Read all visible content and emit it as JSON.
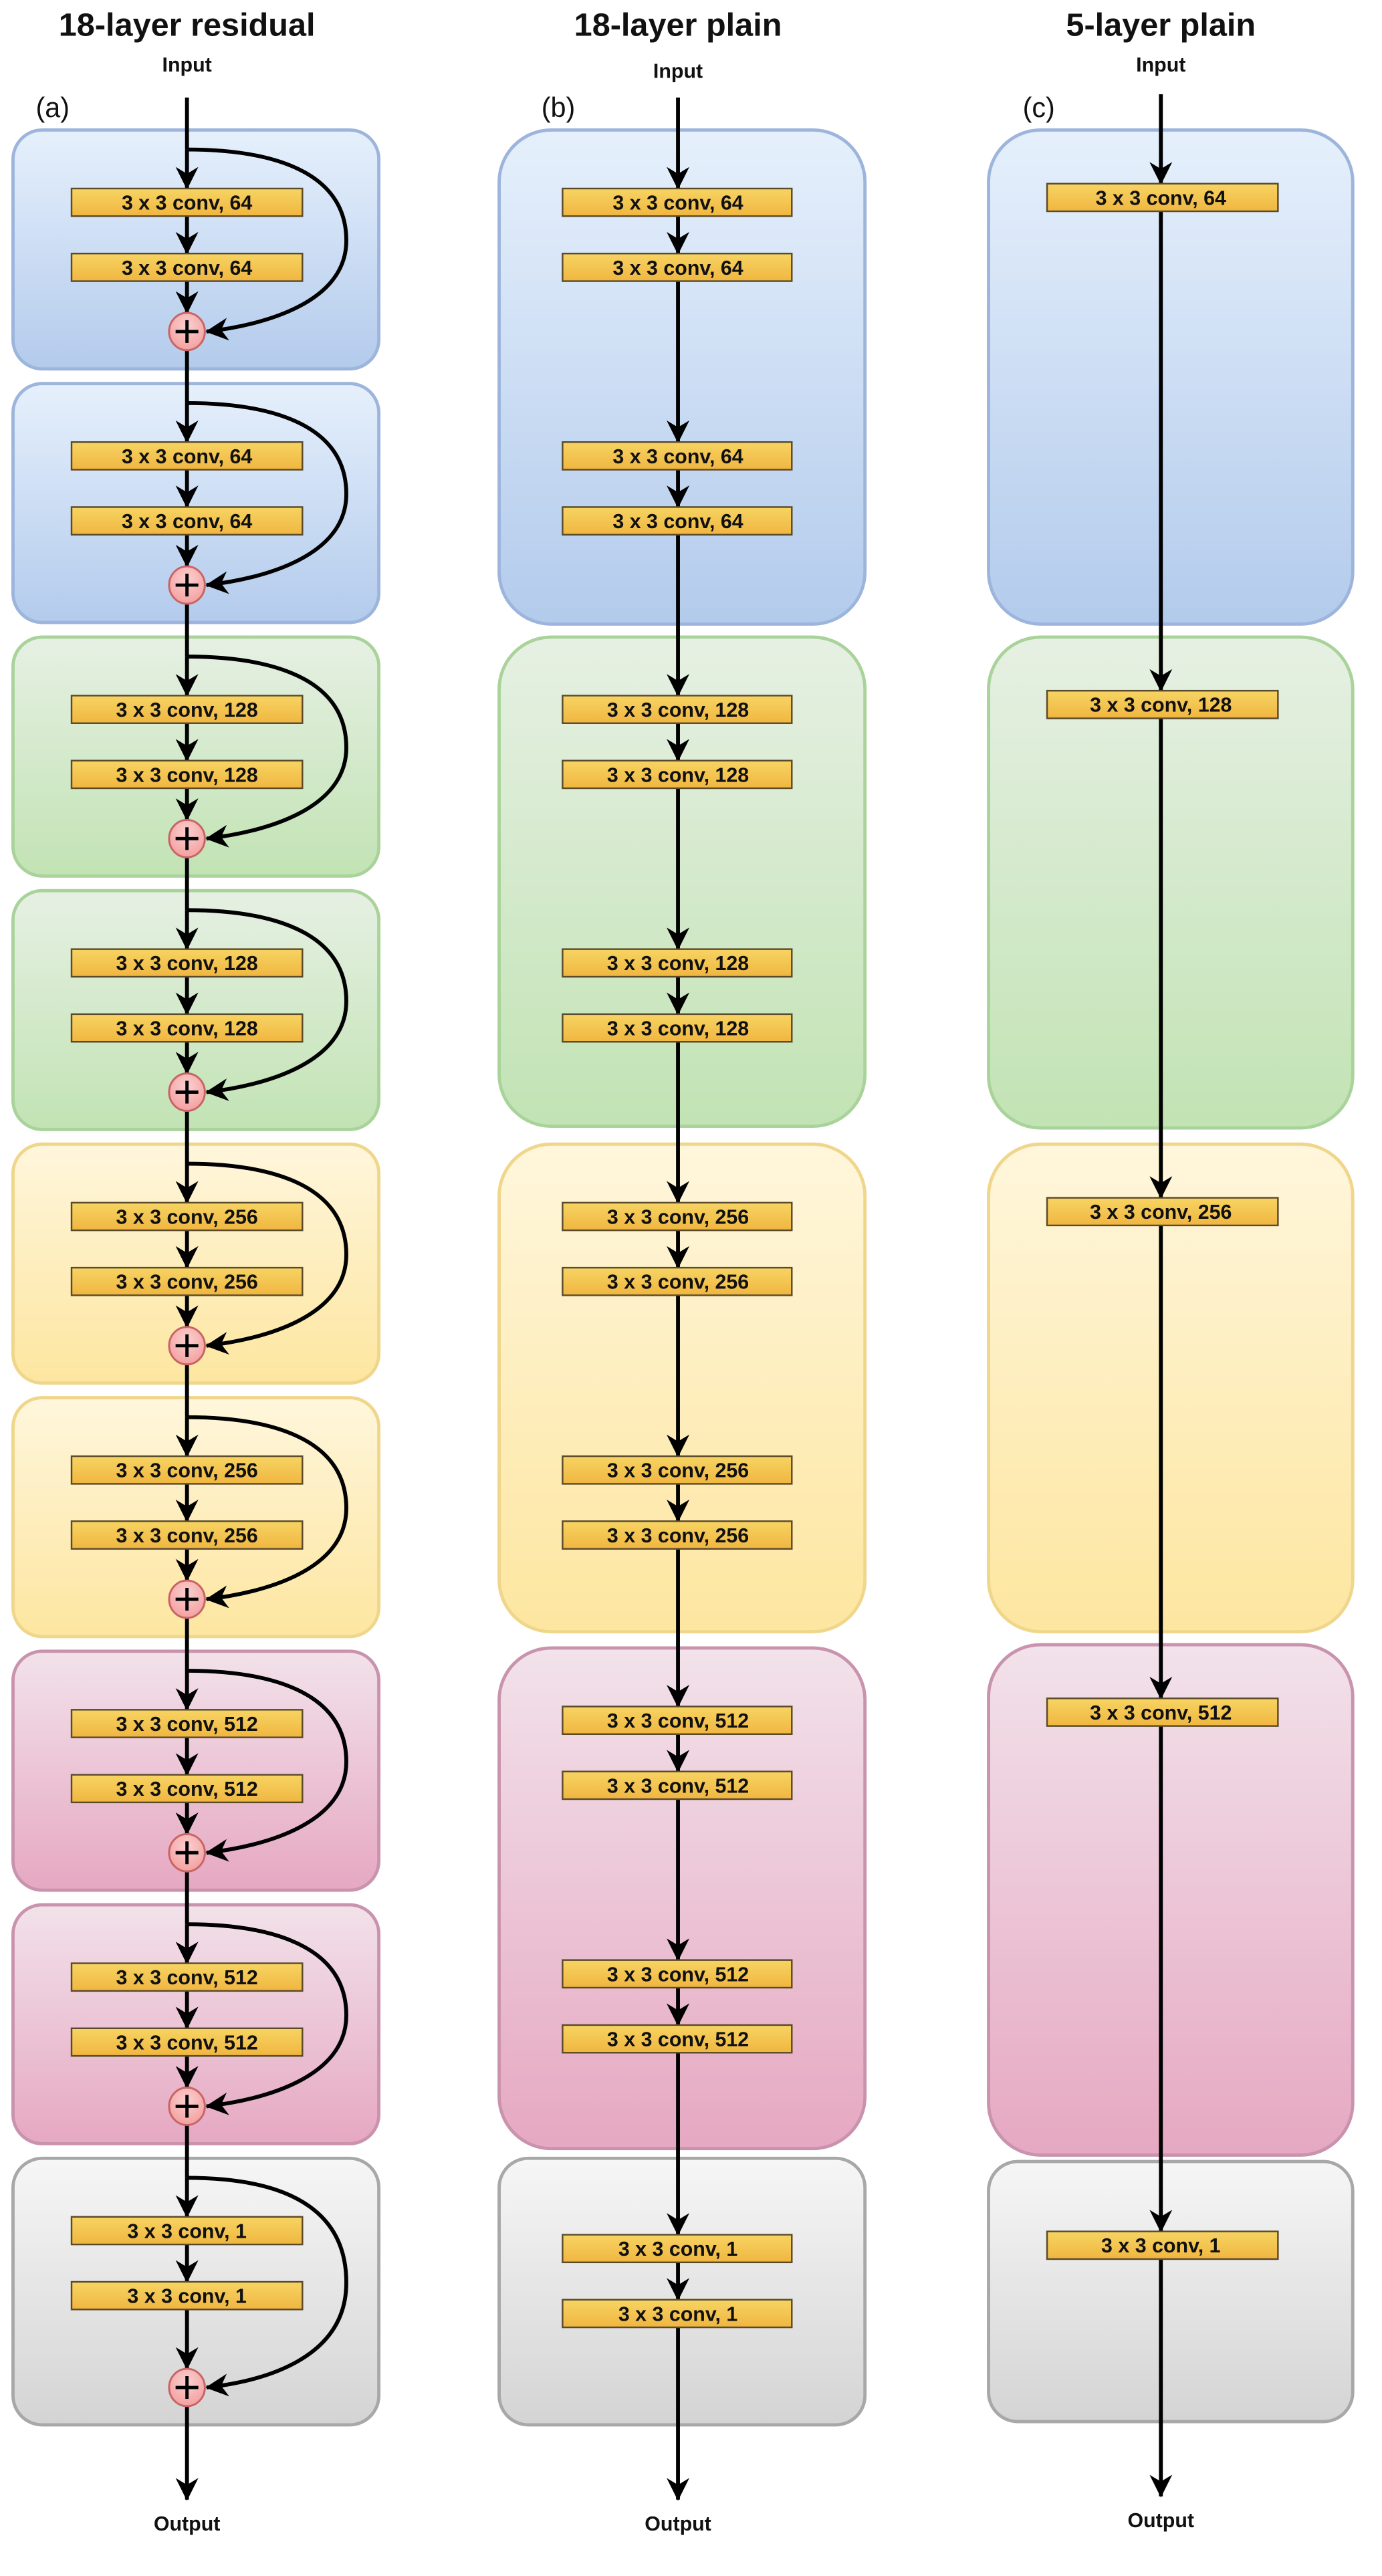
{
  "columns": [
    {
      "id": "a",
      "title": "18-layer residual",
      "panel_label": "(a)",
      "input_label": "Input",
      "output_label": "Output",
      "type": "residual",
      "groups": [
        {
          "color": "blue",
          "layers": [
            "3 x 3 conv, 64",
            "3 x 3 conv, 64"
          ]
        },
        {
          "color": "blue",
          "layers": [
            "3 x 3 conv, 64",
            "3 x 3 conv, 64"
          ]
        },
        {
          "color": "green",
          "layers": [
            "3 x 3 conv, 128",
            "3 x 3 conv, 128"
          ]
        },
        {
          "color": "green",
          "layers": [
            "3 x 3 conv, 128",
            "3 x 3 conv, 128"
          ]
        },
        {
          "color": "yellow",
          "layers": [
            "3 x 3 conv, 256",
            "3 x 3 conv, 256"
          ]
        },
        {
          "color": "yellow",
          "layers": [
            "3 x 3 conv, 256",
            "3 x 3 conv, 256"
          ]
        },
        {
          "color": "pink",
          "layers": [
            "3 x 3 conv, 512",
            "3 x 3 conv, 512"
          ]
        },
        {
          "color": "pink",
          "layers": [
            "3 x 3 conv, 512",
            "3 x 3 conv, 512"
          ]
        },
        {
          "color": "gray",
          "layers": [
            "3 x 3 conv, 1",
            "3 x 3 conv, 1"
          ]
        }
      ]
    },
    {
      "id": "b",
      "title": "18-layer plain",
      "panel_label": "(b)",
      "input_label": "Input",
      "output_label": "Output",
      "type": "plain18",
      "groups": [
        {
          "color": "blue",
          "layers": [
            "3 x 3 conv, 64",
            "3 x 3 conv, 64",
            "3 x 3 conv, 64",
            "3 x 3 conv, 64"
          ]
        },
        {
          "color": "green",
          "layers": [
            "3 x 3 conv, 128",
            "3 x 3 conv, 128",
            "3 x 3 conv, 128",
            "3 x 3 conv, 128"
          ]
        },
        {
          "color": "yellow",
          "layers": [
            "3 x 3 conv, 256",
            "3 x 3 conv, 256",
            "3 x 3 conv, 256",
            "3 x 3 conv, 256"
          ]
        },
        {
          "color": "pink",
          "layers": [
            "3 x 3 conv, 512",
            "3 x 3 conv, 512",
            "3 x 3 conv, 512",
            "3 x 3 conv, 512"
          ]
        },
        {
          "color": "gray",
          "layers": [
            "3 x 3 conv, 1",
            "3 x 3 conv, 1"
          ]
        }
      ]
    },
    {
      "id": "c",
      "title": "5-layer plain",
      "panel_label": "(c)",
      "input_label": "Input",
      "output_label": "Output",
      "type": "plain5",
      "groups": [
        {
          "color": "blue",
          "layers": [
            "3 x 3 conv, 64"
          ]
        },
        {
          "color": "green",
          "layers": [
            "3 x 3 conv, 128"
          ]
        },
        {
          "color": "yellow",
          "layers": [
            "3 x 3 conv, 256"
          ]
        },
        {
          "color": "pink",
          "layers": [
            "3 x 3 conv, 512"
          ]
        },
        {
          "color": "gray",
          "layers": [
            "3 x 3 conv, 1"
          ]
        }
      ]
    }
  ],
  "palette": {
    "blue": {
      "top": "#e6f0fc",
      "bottom": "#b3cbec",
      "stroke": "#9db5dc"
    },
    "green": {
      "top": "#e6f0e3",
      "bottom": "#c2e3b4",
      "stroke": "#a9d39a"
    },
    "yellow": {
      "top": "#fff6dc",
      "bottom": "#fde6a0",
      "stroke": "#efd68a"
    },
    "pink": {
      "top": "#f2e2ea",
      "bottom": "#e6a8c2",
      "stroke": "#c993ae"
    },
    "gray": {
      "top": "#f6f6f6",
      "bottom": "#d4d4d4",
      "stroke": "#a8a8a8"
    },
    "conv_top": "#f7d463",
    "conv_bottom": "#f0b640",
    "add_fill": "#f4a0a0",
    "add_stroke": "#c86464"
  }
}
